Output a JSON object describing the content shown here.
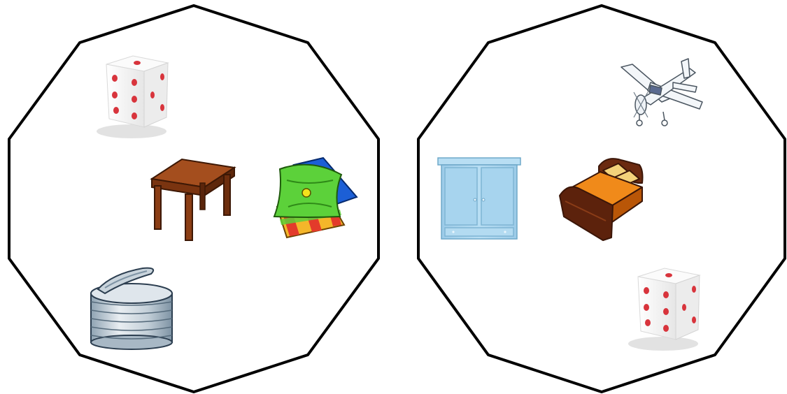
{
  "game": {
    "type": "spot-it-matching-cards",
    "cards": [
      {
        "card": "left",
        "symbols": [
          "die",
          "table",
          "pillows",
          "tin-can"
        ]
      },
      {
        "card": "right",
        "symbols": [
          "airplane",
          "wardrobe",
          "bed",
          "die"
        ]
      }
    ],
    "common_symbol": "die"
  },
  "colors": {
    "card_border": "#000000",
    "card_fill": "#ffffff",
    "die_pip": "#e0424a",
    "table_wood": "#8b3d14",
    "pillow_green": "#5cd13a",
    "pillow_blue": "#1c5fd6",
    "wardrobe": "#a9d6f0",
    "bed_cover": "#e07a12",
    "bed_frame": "#6b2a10",
    "can_metal": "#b9c6d0"
  }
}
